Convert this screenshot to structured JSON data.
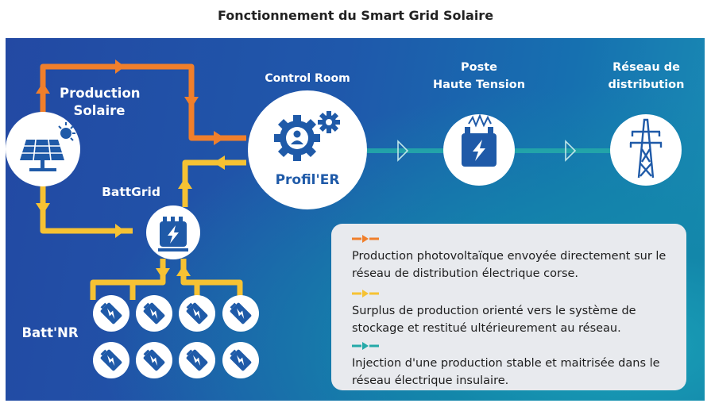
{
  "title": "Fonctionnement du Smart Grid Solaire",
  "nodes": {
    "production_solaire": "Production\nSolaire",
    "control_room": "Control Room",
    "profiler": "Profil'ER",
    "poste": "Poste\nHaute Tension",
    "reseau": "Réseau de\ndistribution",
    "battgrid": "BattGrid",
    "battnr": "Batt'NR"
  },
  "legend": [
    {
      "color": "#f07f2b",
      "text": "Production photovoltaïque envoyée directement sur le réseau de distribution électrique corse."
    },
    {
      "color": "#f6c233",
      "text": "Surplus de production orienté vers le système de stockage et restitué ultérieurement au réseau."
    },
    {
      "color": "#24a9a8",
      "text": "Injection d'une production stable et maitrisée dans le réseau électrique insulaire."
    }
  ],
  "colors": {
    "orange": "#f07f2b",
    "yellow": "#f6c233",
    "teal": "#24a9a8",
    "panel_blue": "#2349a3",
    "icon_blue": "#1f5aa8"
  },
  "icons": [
    "solar-panel-icon",
    "control-gears-icon",
    "transformer-icon",
    "pylon-icon",
    "battgrid-icon",
    "battery-icon"
  ]
}
